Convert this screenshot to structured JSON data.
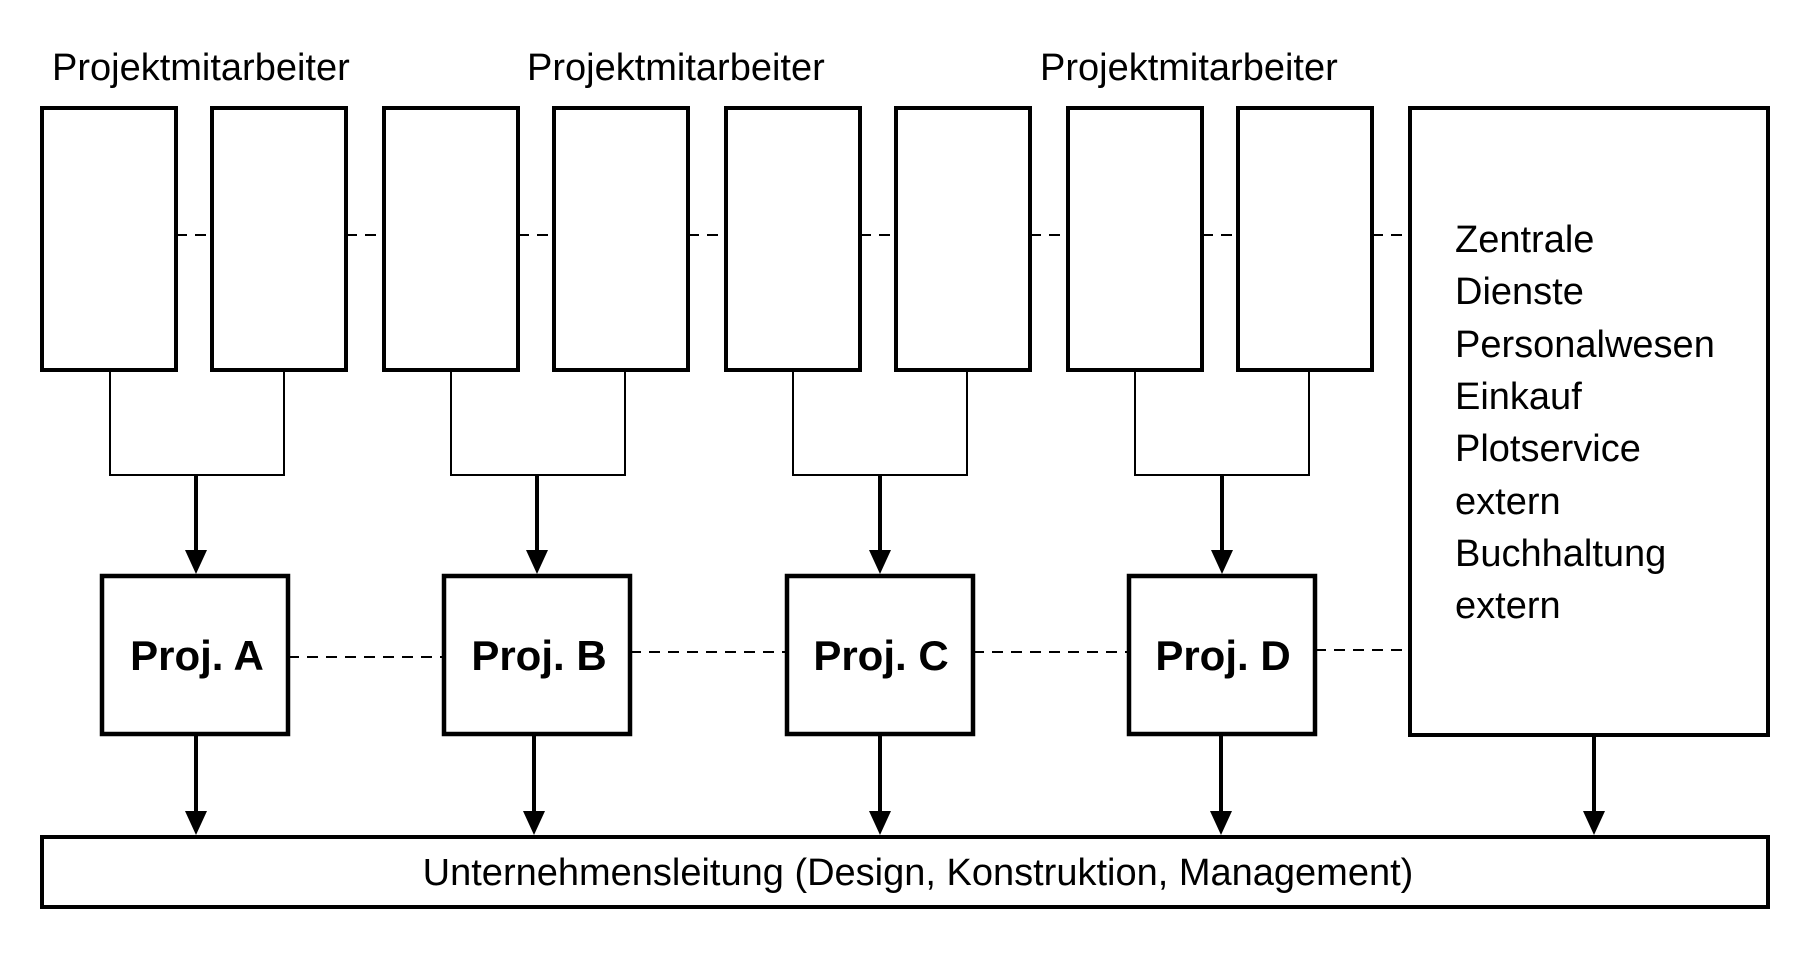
{
  "top_labels": [
    "Projektmitarbeiter",
    "Projektmitarbeiter",
    "Projektmitarbeiter"
  ],
  "projects": [
    "Proj. A",
    "Proj. B",
    "Proj. C",
    "Proj. D"
  ],
  "services": [
    "Zentrale",
    "Dienste",
    "Personalwesen",
    "Einkauf",
    "Plotservice",
    "extern",
    "Buchhaltung",
    "extern"
  ],
  "management": "Unternehmensleitung (Design, Konstruktion, Management)"
}
